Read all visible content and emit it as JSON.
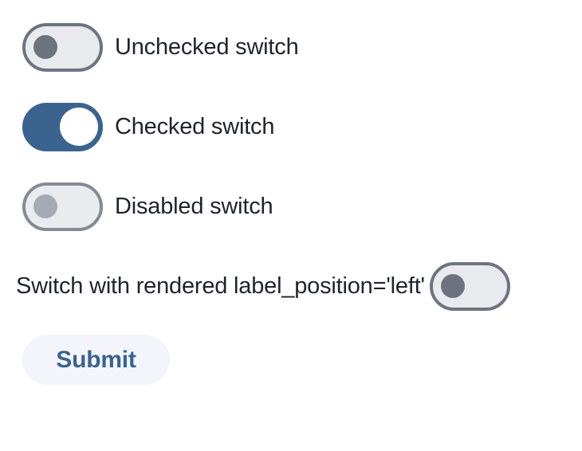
{
  "form": {
    "switches": [
      {
        "label": "Unchecked switch",
        "state": "unchecked",
        "label_position": "right"
      },
      {
        "label": "Checked switch",
        "state": "checked",
        "label_position": "right"
      },
      {
        "label": "Disabled switch",
        "state": "disabled",
        "label_position": "right"
      },
      {
        "label": "Switch with rendered label_position='left'",
        "state": "unchecked",
        "label_position": "left"
      }
    ],
    "submit_button": {
      "label": "Submit"
    }
  },
  "colors": {
    "checked_track": "#3a648f",
    "unchecked_track": "#e9eaee",
    "unchecked_border": "#6e747f",
    "unchecked_knob": "#6d737e",
    "disabled_border": "#858b95",
    "disabled_knob": "#a6abb3",
    "label_text": "#1f232c",
    "button_background": "#f4f5fb",
    "button_text": "#38648f",
    "page_background": "#ffffff"
  }
}
